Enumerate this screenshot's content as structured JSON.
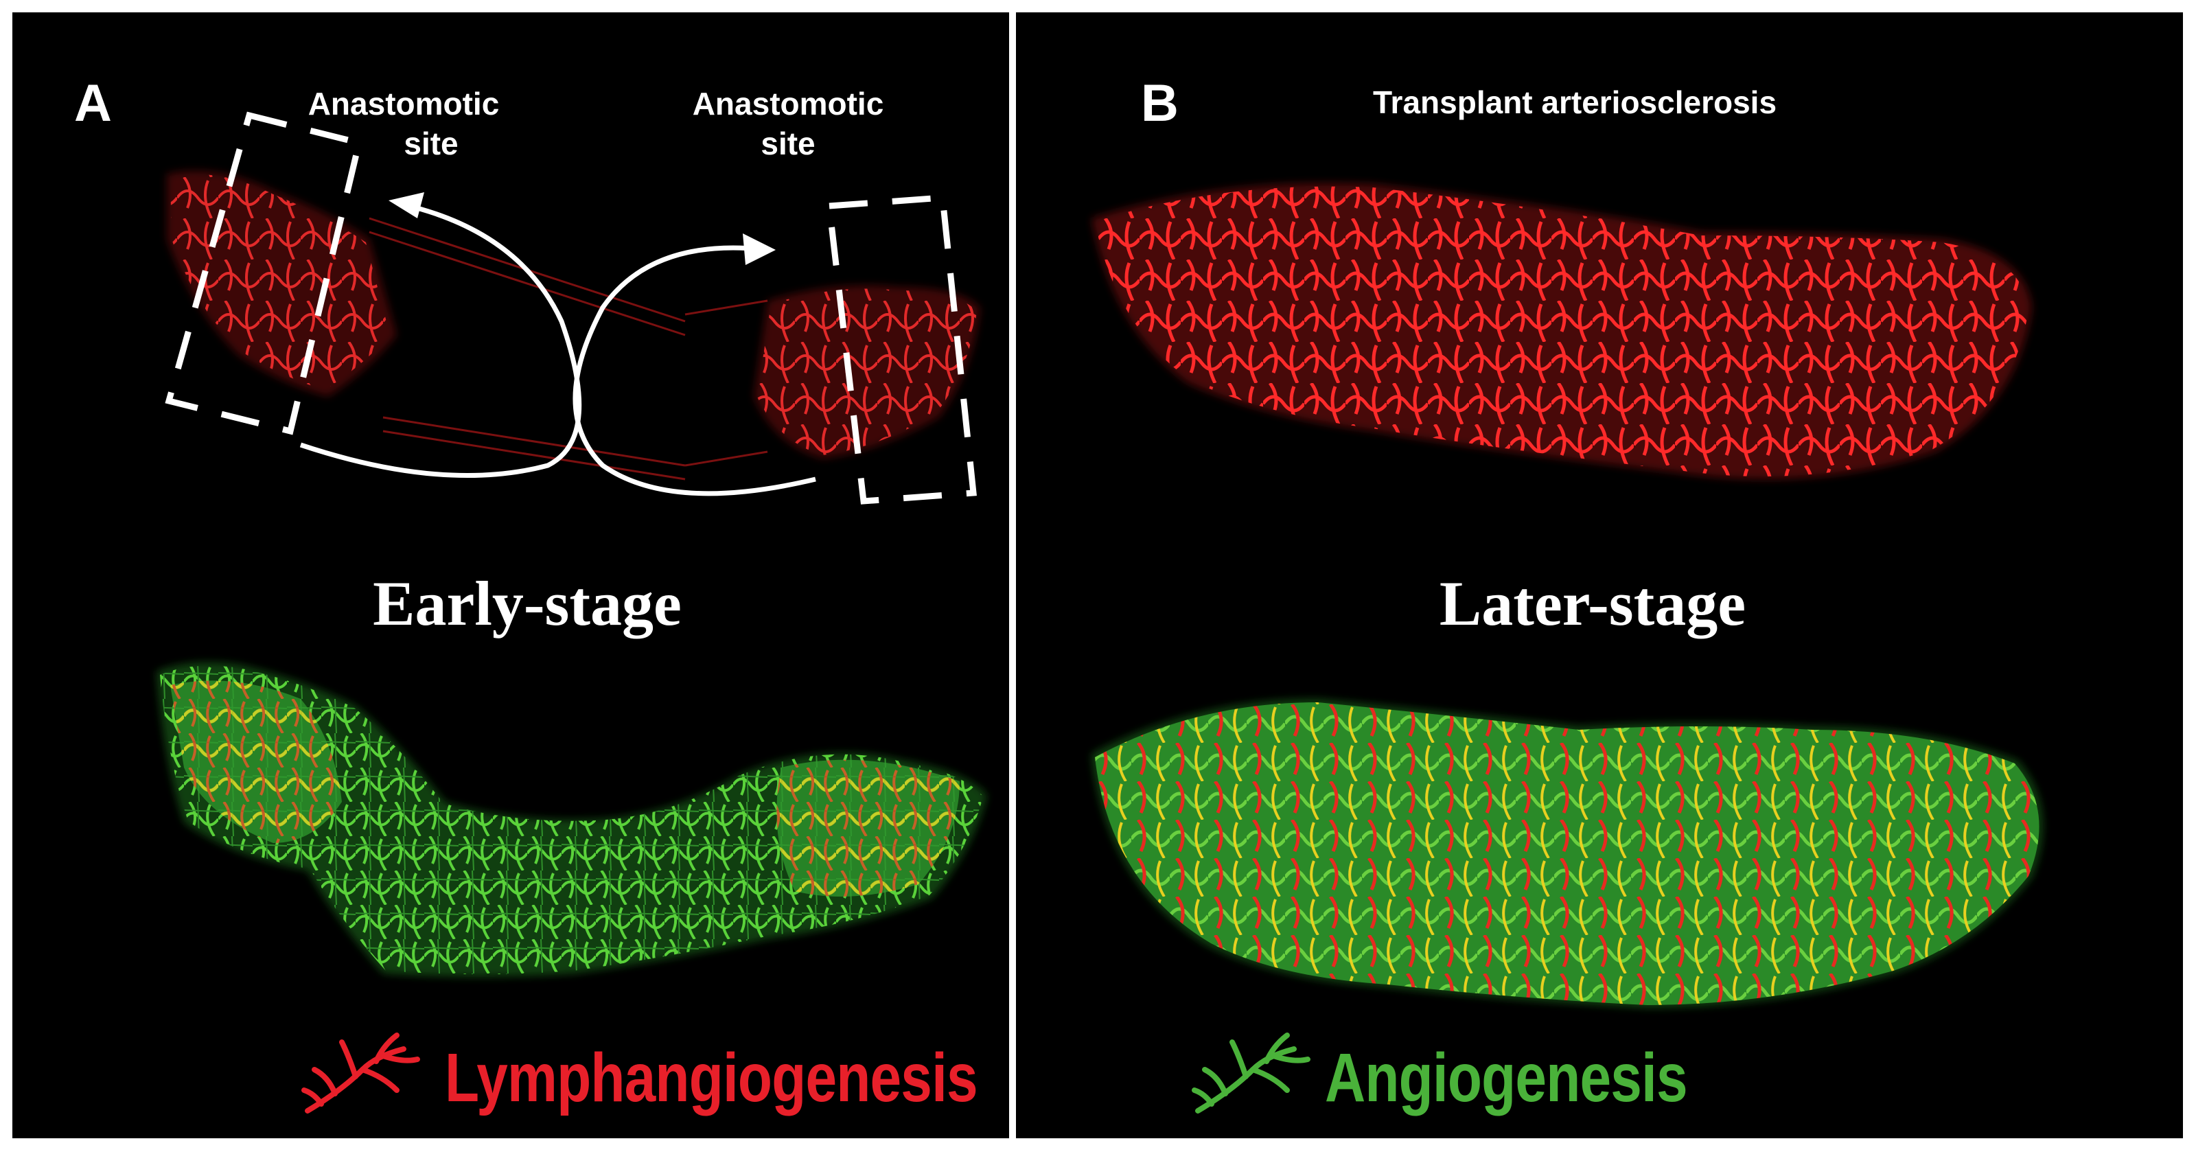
{
  "panel_a": {
    "letter": "A",
    "site_left": {
      "line1": "Anastomotic",
      "line2": "site"
    },
    "site_right": {
      "line1": "Anastomotic",
      "line2": "site"
    },
    "stage_title": "Early-stage",
    "legend": {
      "label": "Lymphangiogenesis",
      "color": "#e8202a",
      "icon": "red-vessel-branch-icon"
    }
  },
  "panel_b": {
    "letter": "B",
    "top_title": "Transplant arteriosclerosis",
    "stage_title": "Later-stage",
    "legend": {
      "label": "Angiogenesis",
      "color": "#4ab23a",
      "icon": "green-vessel-branch-icon"
    }
  },
  "colors": {
    "background": "#000000",
    "red_vessel": "#e8202a",
    "green_vessel": "#3fae3c",
    "yellow_overlap": "#e8d020",
    "annotation": "#ffffff"
  }
}
